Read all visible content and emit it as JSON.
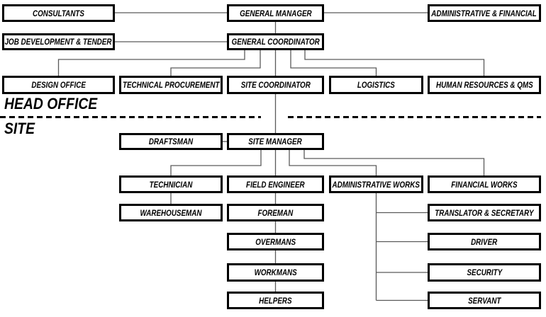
{
  "diagram": {
    "type": "org-chart",
    "head_office_label": "HEAD OFFICE",
    "site_label": "SITE",
    "nodes": [
      {
        "id": "consultants",
        "label": "CONSULTANTS"
      },
      {
        "id": "general-manager",
        "label": "GENERAL MANAGER"
      },
      {
        "id": "administrative-financial",
        "label": "ADMINISTRATIVE & FINANCIAL"
      },
      {
        "id": "job-development-tender",
        "label": "JOB DEVELOPMENT & TENDER"
      },
      {
        "id": "general-coordinator",
        "label": "GENERAL COORDINATOR"
      },
      {
        "id": "design-office",
        "label": "DESIGN OFFICE"
      },
      {
        "id": "technical-procurement",
        "label": "TECHNICAL PROCUREMENT"
      },
      {
        "id": "site-coordinator",
        "label": "SITE COORDINATOR"
      },
      {
        "id": "logistics",
        "label": "LOGISTICS"
      },
      {
        "id": "human-resources-qms",
        "label": "HUMAN RESOURCES & QMS"
      },
      {
        "id": "draftsman",
        "label": "DRAFTSMAN"
      },
      {
        "id": "site-manager",
        "label": "SITE MANAGER"
      },
      {
        "id": "technician",
        "label": "TECHNICIAN"
      },
      {
        "id": "field-engineer",
        "label": "FIELD ENGINEER"
      },
      {
        "id": "administrative-works",
        "label": "ADMINISTRATIVE WORKS"
      },
      {
        "id": "financial-works",
        "label": "FINANCIAL WORKS"
      },
      {
        "id": "warehouseman",
        "label": "WAREHOUSEMAN"
      },
      {
        "id": "foreman",
        "label": "FOREMAN"
      },
      {
        "id": "translator-secretary",
        "label": "TRANSLATOR & SECRETARY"
      },
      {
        "id": "overmans",
        "label": "OVERMANS"
      },
      {
        "id": "driver",
        "label": "DRIVER"
      },
      {
        "id": "workmans",
        "label": "WORKMANS"
      },
      {
        "id": "security",
        "label": "SECURITY"
      },
      {
        "id": "helpers",
        "label": "HELPERS"
      },
      {
        "id": "servant",
        "label": "SERVANT"
      }
    ],
    "edges": [
      {
        "from": "general-manager",
        "to": "consultants"
      },
      {
        "from": "general-manager",
        "to": "administrative-financial"
      },
      {
        "from": "general-manager",
        "to": "general-coordinator"
      },
      {
        "from": "general-coordinator",
        "to": "job-development-tender"
      },
      {
        "from": "general-coordinator",
        "to": "design-office"
      },
      {
        "from": "general-coordinator",
        "to": "technical-procurement"
      },
      {
        "from": "general-coordinator",
        "to": "site-coordinator"
      },
      {
        "from": "general-coordinator",
        "to": "logistics"
      },
      {
        "from": "general-coordinator",
        "to": "human-resources-qms"
      },
      {
        "from": "site-coordinator",
        "to": "site-manager"
      },
      {
        "from": "site-manager",
        "to": "draftsman"
      },
      {
        "from": "site-manager",
        "to": "technician"
      },
      {
        "from": "site-manager",
        "to": "field-engineer"
      },
      {
        "from": "site-manager",
        "to": "administrative-works"
      },
      {
        "from": "site-manager",
        "to": "financial-works"
      },
      {
        "from": "technician",
        "to": "warehouseman"
      },
      {
        "from": "field-engineer",
        "to": "foreman"
      },
      {
        "from": "foreman",
        "to": "overmans"
      },
      {
        "from": "overmans",
        "to": "workmans"
      },
      {
        "from": "workmans",
        "to": "helpers"
      },
      {
        "from": "administrative-works",
        "to": "translator-secretary"
      },
      {
        "from": "administrative-works",
        "to": "driver"
      },
      {
        "from": "administrative-works",
        "to": "security"
      },
      {
        "from": "administrative-works",
        "to": "servant"
      }
    ]
  },
  "colors": {
    "background": "#ffffff",
    "box_fill": "#ffffff",
    "box_border": "#000000",
    "text": "#000000",
    "connector": "#5a5a5a",
    "divider": "#000000"
  }
}
